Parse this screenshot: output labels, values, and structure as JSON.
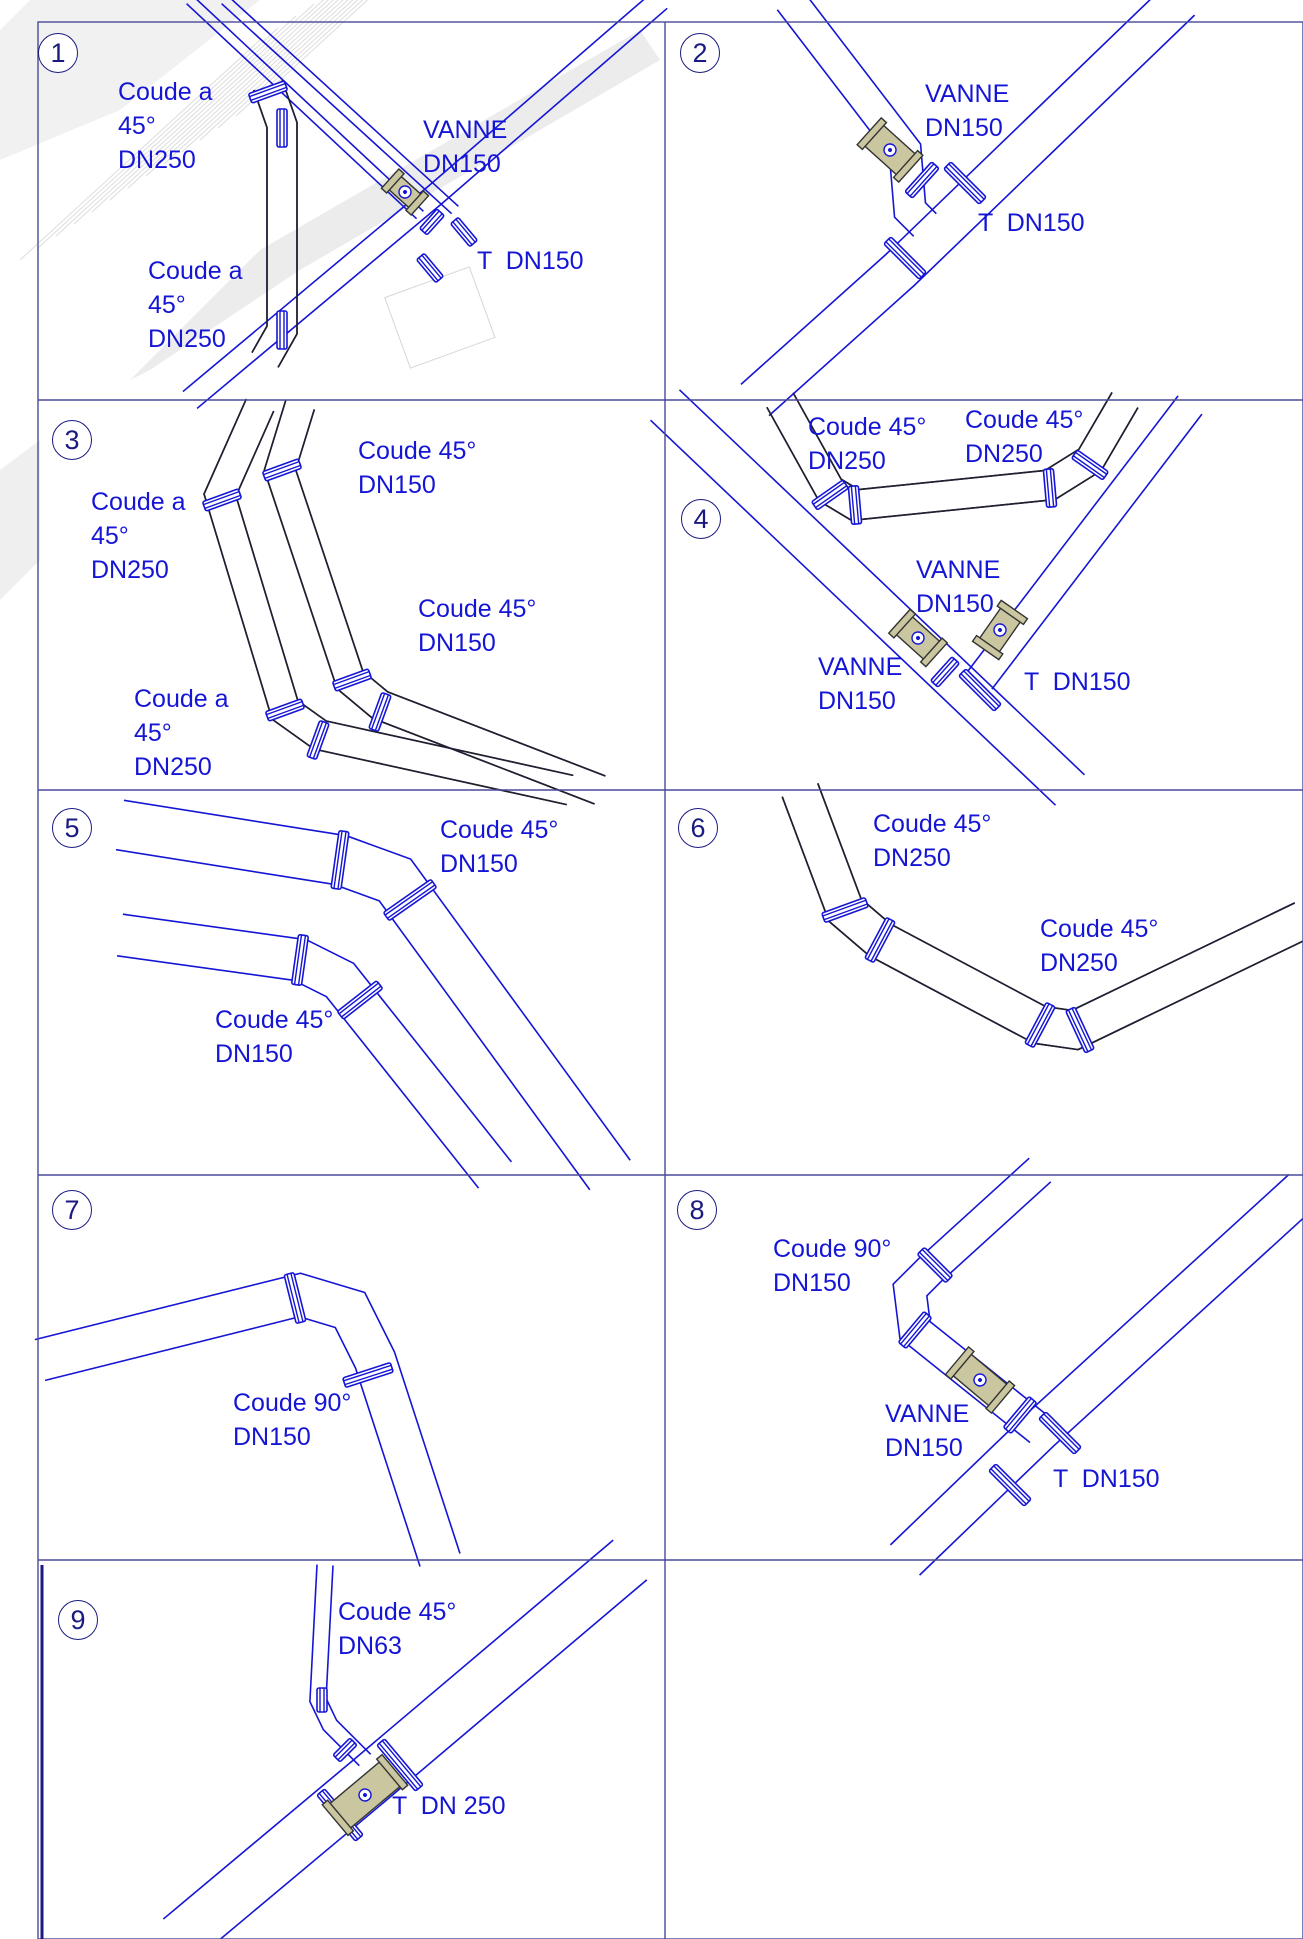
{
  "colors": {
    "pipe": "#1515d6",
    "grid": "#4a4a9a",
    "valve": "#c9c6a0",
    "text": "#1515d6",
    "background": "#ffffff"
  },
  "panels": [
    {
      "number": "1",
      "labels": [
        "Coude a\n45°\nDN250",
        "Coude a\n45°\nDN250",
        "VANNE\nDN150",
        "T  DN150"
      ]
    },
    {
      "number": "2",
      "labels": [
        "VANNE\nDN150",
        "T  DN150"
      ]
    },
    {
      "number": "3",
      "labels": [
        "Coude a\n45°\nDN250",
        "Coude 45°\nDN150",
        "Coude 45°\nDN150",
        "Coude a\n45°\nDN250"
      ]
    },
    {
      "number": "4",
      "labels": [
        "Coude 45°\nDN250",
        "Coude 45°\nDN250",
        "VANNE\nDN150",
        "VANNE\nDN150",
        "T  DN150"
      ]
    },
    {
      "number": "5",
      "labels": [
        "Coude 45°\nDN150",
        "Coude 45°\nDN150"
      ]
    },
    {
      "number": "6",
      "labels": [
        "Coude 45°\nDN250",
        "Coude 45°\nDN250"
      ]
    },
    {
      "number": "7",
      "labels": [
        "Coude 90°\nDN150"
      ]
    },
    {
      "number": "8",
      "labels": [
        "Coude 90°\nDN150",
        "VANNE\nDN150",
        "T  DN150"
      ]
    },
    {
      "number": "9",
      "labels": [
        "Coude 45°\nDN63",
        "T  DN 250"
      ]
    }
  ]
}
